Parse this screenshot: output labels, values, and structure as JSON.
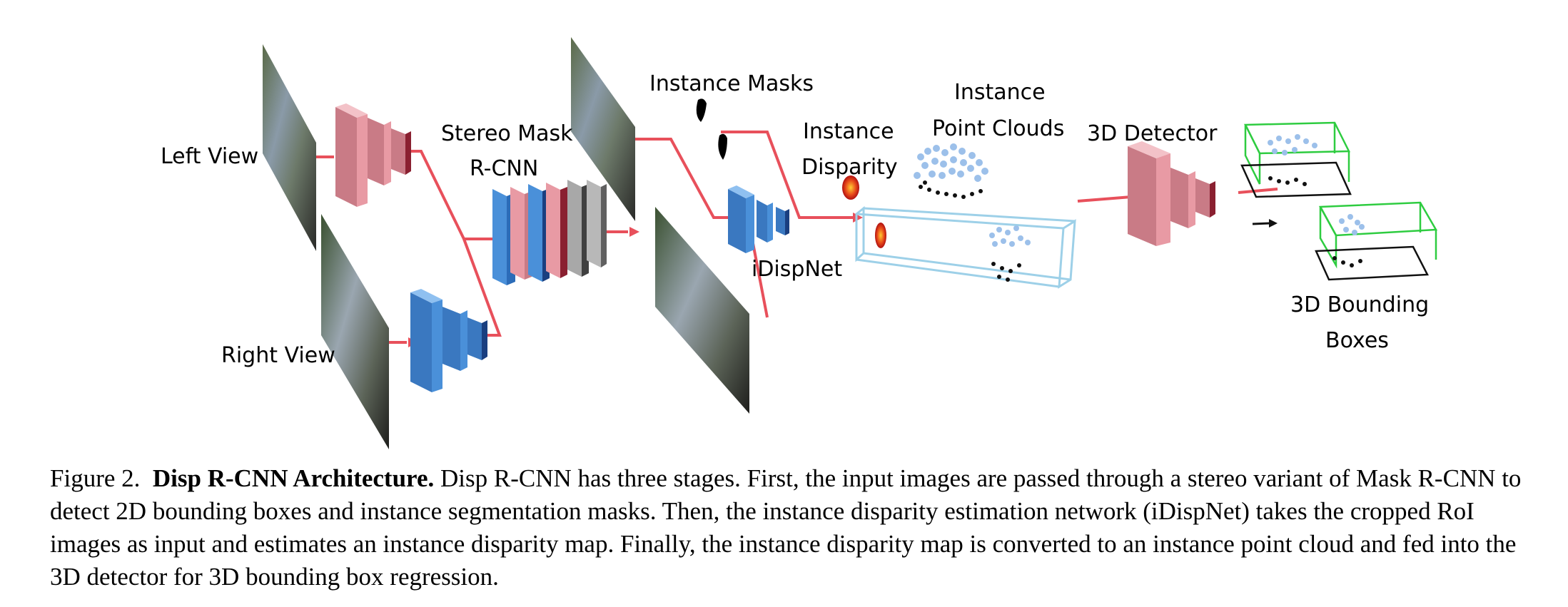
{
  "diagram": {
    "labels": {
      "left_view": "Left View",
      "right_view": "Right View",
      "stereo_mask_1": "Stereo Mask",
      "stereo_mask_2": "R-CNN",
      "instance_masks": "Instance Masks",
      "instance_disparity_1": "Instance",
      "instance_disparity_2": "Disparity",
      "idispnet": "iDispNet",
      "point_clouds_1": "Instance",
      "point_clouds_2": "Point Clouds",
      "detector": "3D Detector",
      "bbox_1": "3D Bounding",
      "bbox_2": "Boxes"
    },
    "colors": {
      "arrow": "#e8505b",
      "pink": "#e89aa4",
      "blue": "#4a90d9",
      "gray": "#a8a8a8",
      "box_green": "#2ecc40",
      "pointcloud": "#9cc0ea"
    }
  },
  "caption": {
    "figure_no": "Figure 2.",
    "title": "Disp R-CNN Architecture.",
    "text": "Disp R-CNN has three stages. First, the input images are passed through a stereo variant of Mask R-CNN to detect 2D bounding boxes and instance segmentation masks. Then, the instance disparity estimation network (iDispNet) takes the cropped RoI images as input and estimates an instance disparity map. Finally, the instance disparity map is converted to an instance point cloud and fed into the 3D detector for 3D bounding box regression."
  }
}
